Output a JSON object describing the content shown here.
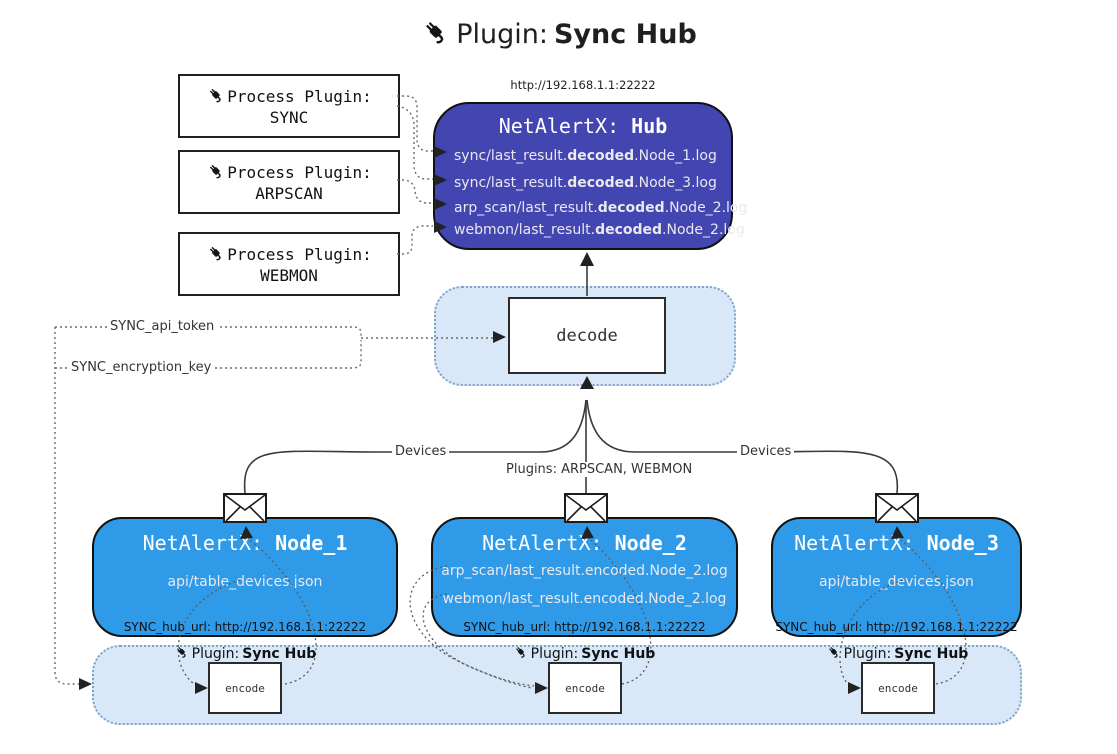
{
  "title": {
    "prefix": "Plugin:",
    "name": "Sync Hub"
  },
  "hub": {
    "url": "http://192.168.1.1:22222",
    "name_prefix": "NetAlertX:",
    "name": "Hub",
    "entries": [
      {
        "pre": "sync/last_result.",
        "bold": "decoded",
        "post": ".Node_1.log"
      },
      {
        "pre": "sync/last_result.",
        "bold": "decoded",
        "post": ".Node_3.log"
      },
      {
        "pre": "arp_scan/last_result.",
        "bold": "decoded",
        "post": ".Node_2.log"
      },
      {
        "pre": "webmon/last_result.",
        "bold": "decoded",
        "post": ".Node_2.log"
      }
    ]
  },
  "process_plugins": [
    {
      "label": "Process Plugin:",
      "name": "SYNC"
    },
    {
      "label": "Process Plugin:",
      "name": "ARPSCAN"
    },
    {
      "label": "Process Plugin:",
      "name": "WEBMON"
    }
  ],
  "config": {
    "api_token_label": "SYNC_api_token",
    "encryption_key_label": "SYNC_encryption_key"
  },
  "decode_label": "decode",
  "edge_labels": {
    "left": "Devices",
    "middle": "Plugins: ARPSCAN, WEBMON",
    "right": "Devices"
  },
  "nodes": [
    {
      "name_prefix": "NetAlertX:",
      "name": "Node_1",
      "files": [
        "api/table_devices.json"
      ],
      "hub_url_label": "SYNC_hub_url: http://192.168.1.1:22222"
    },
    {
      "name_prefix": "NetAlertX:",
      "name": "Node_2",
      "files": [
        "arp_scan/last_result.encoded.Node_2.log",
        "webmon/last_result.encoded.Node_2.log"
      ],
      "hub_url_label": "SYNC_hub_url: http://192.168.1.1:22222"
    },
    {
      "name_prefix": "NetAlertX:",
      "name": "Node_3",
      "files": [
        "api/table_devices.json"
      ],
      "hub_url_label": "SYNC_hub_url: http://192.168.1.1:22222"
    }
  ],
  "encode_groups": [
    {
      "label_prefix": "Plugin:",
      "label_name": "Sync Hub",
      "box_label": "encode"
    },
    {
      "label_prefix": "Plugin:",
      "label_name": "Sync Hub",
      "box_label": "encode"
    },
    {
      "label_prefix": "Plugin:",
      "label_name": "Sync Hub",
      "box_label": "encode"
    }
  ],
  "colors": {
    "hub-bg": "#4345b0",
    "node-bg": "#2f9ae8",
    "band-bg": "#d8e8f8",
    "band-border": "#7fa3c6",
    "light-text": "#e9e9ef"
  }
}
